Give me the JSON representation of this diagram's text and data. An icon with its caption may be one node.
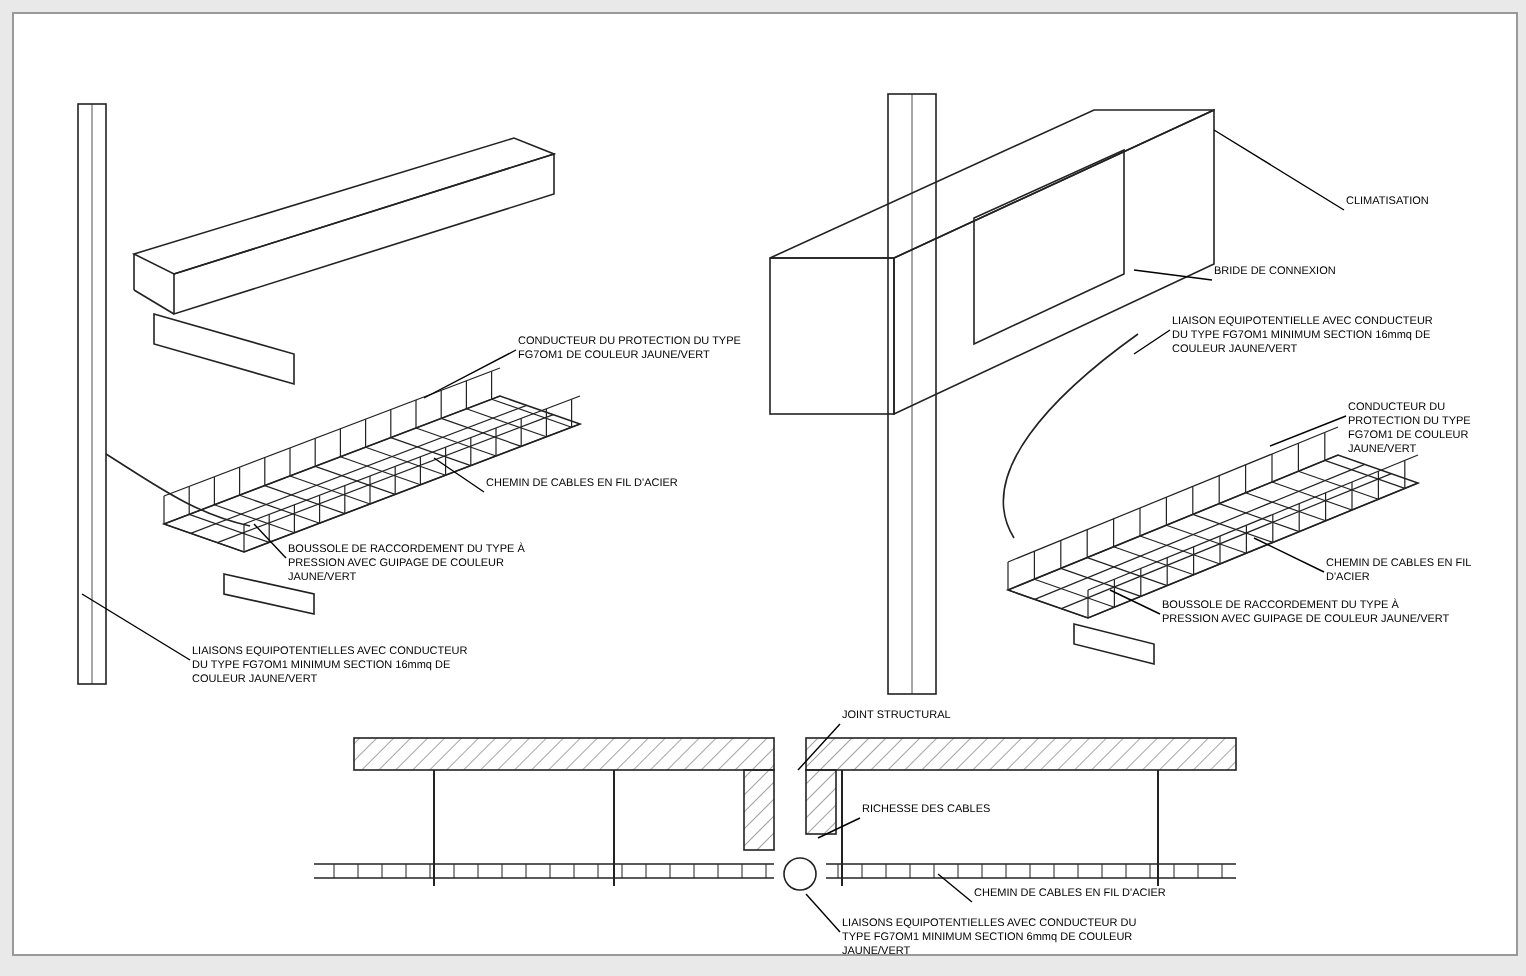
{
  "diagram": {
    "nodes": [
      {
        "text": [
          "CONDUCTEUR DU PROTECTION DU TYPE FG7OM1 DE COULEUR JAUNE/VERT"
        ]
      },
      {
        "text": [
          "CHEMIN DE CABLES EN FIL D'ACIER"
        ]
      },
      {
        "text": [
          "BOUSSOLE DE RACCORDEMENT DU TYPE À PRESSION AVEC GUIPAGE DE COULEUR JAUNE/VERT"
        ]
      },
      {
        "text": [
          "LIAISONS EQUIPOTENTIELLES AVEC CONDUCTEUR DU TYPE FG7OM1 MINIMUM SECTION 16mmq DE COULEUR JAUNE/VERT"
        ]
      },
      {
        "text": [
          "CLIMATISATION"
        ]
      },
      {
        "text": [
          "BRIDE DE CONNEXION"
        ]
      },
      {
        "text": [
          "LIAISON EQUIPOTENTIELLE AVEC CONDUCTEUR DU TYPE FG7OM1 MINIMUM SECTION 16mmq DE COULEUR JAUNE/VERT"
        ]
      },
      {
        "text": [
          "CONDUCTEUR DU PROTECTION DU TYPE FG7OM1 DE COULEUR JAUNE/VERT"
        ]
      },
      {
        "text": [
          "CHEMIN DE CABLES EN FIL D'ACIER"
        ]
      },
      {
        "text": [
          "BOUSSOLE DE RACCORDEMENT DU TYPE À PRESSION AVEC GUIPAGE DE COULEUR JAUNE/VERT"
        ]
      },
      {
        "text": [
          "JOINT STRUCTURAL"
        ]
      },
      {
        "text": [
          "RICHESSE DES CABLES"
        ]
      },
      {
        "text": [
          "CHEMIN DE CABLES EN FIL D'ACIER"
        ]
      },
      {
        "text": [
          "LIAISONS EQUIPOTENTIELLES AVEC CONDUCTEUR DU TYPE FG7OM1 MINIMUM SECTION 6mmq DE COULEUR JAUNE/VERT"
        ]
      }
    ],
    "edges": [
      {
        "from": 0,
        "to": null,
        "arrow": "none"
      },
      {
        "from": 1,
        "to": null,
        "arrow": "none"
      },
      {
        "from": 2,
        "to": null,
        "arrow": "none"
      },
      {
        "from": 3,
        "to": null,
        "arrow": "none"
      },
      {
        "from": 4,
        "to": null,
        "arrow": "none"
      },
      {
        "from": 5,
        "to": null,
        "arrow": "none"
      },
      {
        "from": 6,
        "to": null,
        "arrow": "none"
      },
      {
        "from": 7,
        "to": null,
        "arrow": "none"
      },
      {
        "from": 8,
        "to": null,
        "arrow": "none"
      },
      {
        "from": 9,
        "to": null,
        "arrow": "none"
      },
      {
        "from": 10,
        "to": null,
        "arrow": "none"
      },
      {
        "from": 11,
        "to": null,
        "arrow": "none"
      },
      {
        "from": 12,
        "to": null,
        "arrow": "none"
      },
      {
        "from": 13,
        "to": null,
        "arrow": "none"
      }
    ]
  }
}
